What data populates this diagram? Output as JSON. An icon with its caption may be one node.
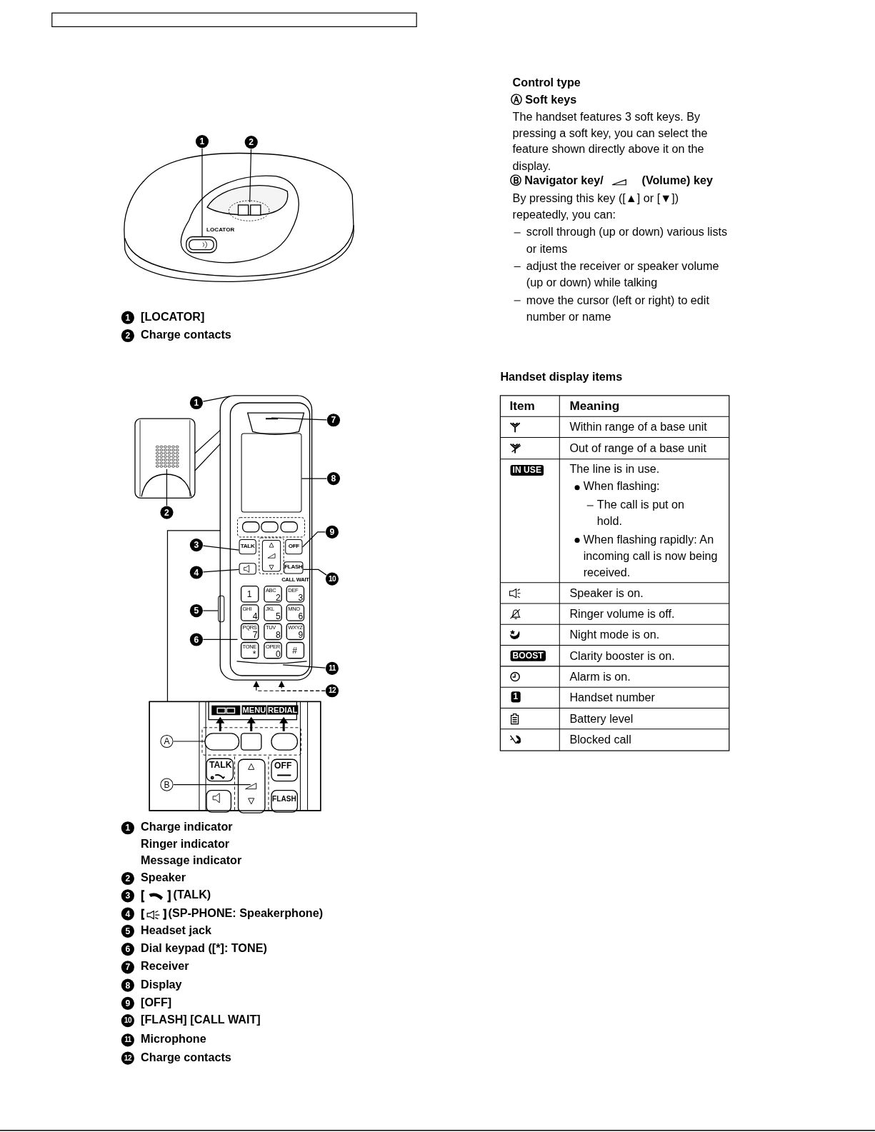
{
  "diagram": {
    "nodes": [
      {
        "text": [],
        "shape": "picture"
      },
      {
        "text": [
          "1"
        ]
      },
      {
        "text": [
          "2"
        ]
      },
      {
        "text": [
          "1"
        ],
        "beside": [
          "[LOCATOR]"
        ]
      },
      {
        "text": [
          "2"
        ],
        "beside": [
          "Charge contacts"
        ]
      },
      {
        "text": [],
        "shape": "picture"
      },
      {
        "text": [],
        "shape": "picture"
      },
      {
        "text": [
          "TALK"
        ],
        "in": 6
      },
      {
        "text": [],
        "shape": "box",
        "in": 6
      },
      {
        "text": [
          "OFF"
        ],
        "in": 6
      },
      {
        "text": [
          "FLASH"
        ],
        "in": 6
      },
      {
        "text": [],
        "shape": "box",
        "in": 6
      },
      {
        "text": [
          "1"
        ]
      },
      {
        "text": [
          "2"
        ]
      },
      {
        "text": [
          "3"
        ]
      },
      {
        "text": [
          "4"
        ]
      },
      {
        "text": [
          "5"
        ]
      },
      {
        "text": [
          "6"
        ]
      },
      {
        "text": [
          "7"
        ]
      },
      {
        "text": [
          "8"
        ]
      },
      {
        "text": [
          "9"
        ]
      },
      {
        "text": [
          "10"
        ]
      },
      {
        "text": [
          "11"
        ]
      },
      {
        "text": [
          "12"
        ]
      },
      {
        "text": [
          "A"
        ]
      },
      {
        "text": [
          "B"
        ]
      },
      {
        "text": [
          "1"
        ],
        "beside": [
          "Charge indicator",
          "Ringer indicator",
          "Message indicator"
        ]
      },
      {
        "text": [
          "2"
        ],
        "beside": [
          "Speaker"
        ]
      },
      {
        "text": [
          "3"
        ],
        "beside": [
          "(TALK)"
        ]
      },
      {
        "text": [
          "4"
        ],
        "beside": [
          "(SP-PHONE: Speakerphone)"
        ]
      },
      {
        "text": [
          "5"
        ],
        "beside": [
          "Headset jack"
        ]
      },
      {
        "text": [
          "6"
        ],
        "beside": [
          "Dial keypad ([*]: TONE)"
        ]
      },
      {
        "text": [
          "7"
        ],
        "beside": [
          "Receiver"
        ]
      },
      {
        "text": [
          "8"
        ],
        "beside": [
          "Display"
        ]
      },
      {
        "text": [
          "9"
        ],
        "beside": [
          "[OFF]"
        ]
      },
      {
        "text": [
          "10"
        ],
        "beside": [
          "[FLASH] [CALL WAIT]"
        ]
      },
      {
        "text": [
          "11"
        ],
        "beside": [
          "Microphone"
        ]
      },
      {
        "text": [
          "12"
        ],
        "beside": [
          "Charge contacts"
        ]
      },
      {
        "text": [],
        "shape": "box",
        "in": 6
      },
      {
        "text": [],
        "shape": "box",
        "in": 6
      }
    ],
    "edges": [
      {
        "from": 1,
        "to": 0,
        "arrow": "none"
      },
      {
        "from": 2,
        "to": 0,
        "arrow": "none"
      },
      {
        "from": 12,
        "to": 6,
        "arrow": "none"
      },
      {
        "from": 13,
        "to": 5,
        "arrow": "none"
      },
      {
        "from": 14,
        "to": 7,
        "arrow": "none"
      },
      {
        "from": 15,
        "to": 8,
        "arrow": "none"
      },
      {
        "from": 16,
        "to": 11,
        "arrow": "none"
      },
      {
        "from": 17,
        "to": 6,
        "arrow": "none"
      },
      {
        "from": 18,
        "to": 6,
        "arrow": "none"
      },
      {
        "from": 19,
        "to": 38,
        "arrow": "none"
      },
      {
        "from": 20,
        "to": 9,
        "arrow": "none"
      },
      {
        "from": 21,
        "to": 10,
        "arrow": "none"
      },
      {
        "from": 22,
        "to": 6,
        "arrow": "none"
      },
      {
        "from": 23,
        "to": 6,
        "arrow": "to",
        "style": "dashed"
      },
      {
        "from": 23,
        "to": 6,
        "arrow": "to",
        "style": "dashed"
      },
      {
        "from": 24,
        "to": null,
        "arrow": "none"
      },
      {
        "from": 25,
        "to": null,
        "arrow": "none"
      },
      {
        "from": 5,
        "to": 6,
        "arrow": "none"
      },
      {
        "from": 5,
        "to": 6,
        "arrow": "none"
      }
    ],
    "labels": [
      "LOCATOR",
      "Control type",
      "Ⓐ Soft keys",
      "The handset features 3 soft keys. By pressing a soft key, you can select the feature shown directly above it on the display.",
      "Ⓑ Navigator key/",
      "(Volume) key",
      "By pressing this key ([▲] or [▼]) repeatedly, you can:",
      "scroll through (up or down) various lists or items",
      "adjust the receiver or speaker volume (up or down) while talking",
      "move the cursor (left or right) to edit number or name",
      "Handset display items",
      "Item",
      "Meaning",
      "Within range of a base unit",
      "Out of range of a base unit",
      "IN USE",
      "The line is in use.",
      "When flashing:",
      "The call is put on hold.",
      "When flashing rapidly: An incoming call is now being received.",
      "Speaker is on.",
      "Ringer volume is off.",
      "Night mode is on.",
      "BOOST",
      "Clarity booster is on.",
      "Alarm is on.",
      "1",
      "Handset number",
      "Battery level",
      "Blocked call",
      "CALL WAIT",
      "1",
      "ABC",
      "2",
      "DEF",
      "3",
      "GHI",
      "4",
      "JKL",
      "5",
      "MNO",
      "6",
      "PQRS",
      "7",
      "TUV",
      "8",
      "WXYZ",
      "9",
      "TONE",
      "*",
      "OPER",
      "0",
      "#",
      "MENU",
      "REDIAL",
      "TALK",
      "OFF",
      "FLASH"
    ]
  }
}
